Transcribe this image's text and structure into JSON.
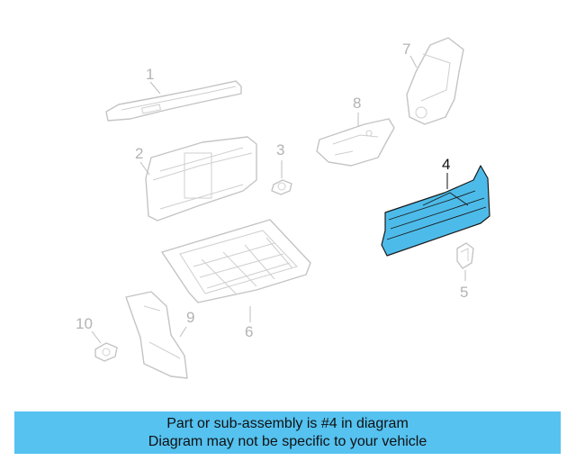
{
  "callouts": {
    "c1": "1",
    "c2": "2",
    "c3": "3",
    "c4": "4",
    "c5": "5",
    "c6": "6",
    "c7": "7",
    "c8": "8",
    "c9": "9",
    "c10": "10"
  },
  "highlight_color": "#4dbbe9",
  "banner": {
    "line1": "Part or sub-assembly is #4 in diagram",
    "line2": "Diagram may not be specific to your vehicle",
    "color": "#55c2f0"
  }
}
